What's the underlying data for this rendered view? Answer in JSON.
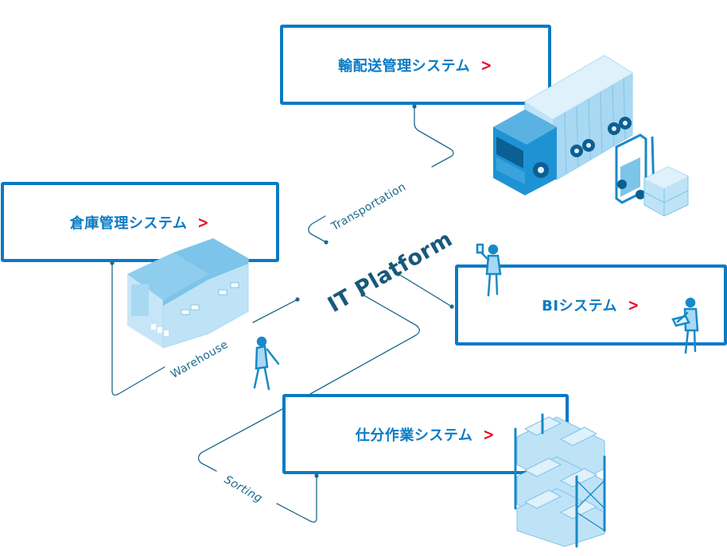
{
  "diagram": {
    "center_label": "IT Platform",
    "colors": {
      "box_border": "#0a7ac4",
      "box_text": "#0a7ac4",
      "arrow": "#e3142b",
      "connector": "#1b6a8c",
      "illustration_light": "#bfe3f6",
      "illustration_mid": "#7cc4ea",
      "illustration_dark": "#1889c9"
    },
    "systems": [
      {
        "id": "transport",
        "label": "輸配送管理システム",
        "arrow": ">",
        "link_label": "Transportation",
        "illustration": "truck-and-forklift"
      },
      {
        "id": "warehouse",
        "label": "倉庫管理システム",
        "arrow": ">",
        "link_label": "Warehouse",
        "illustration": "warehouse-building"
      },
      {
        "id": "bi",
        "label": "BIシステム",
        "arrow": ">",
        "link_label": "",
        "illustration": "people-with-tablets"
      },
      {
        "id": "sorting",
        "label": "仕分作業システム",
        "arrow": ">",
        "link_label": "Sorting",
        "illustration": "storage-rack"
      }
    ]
  }
}
